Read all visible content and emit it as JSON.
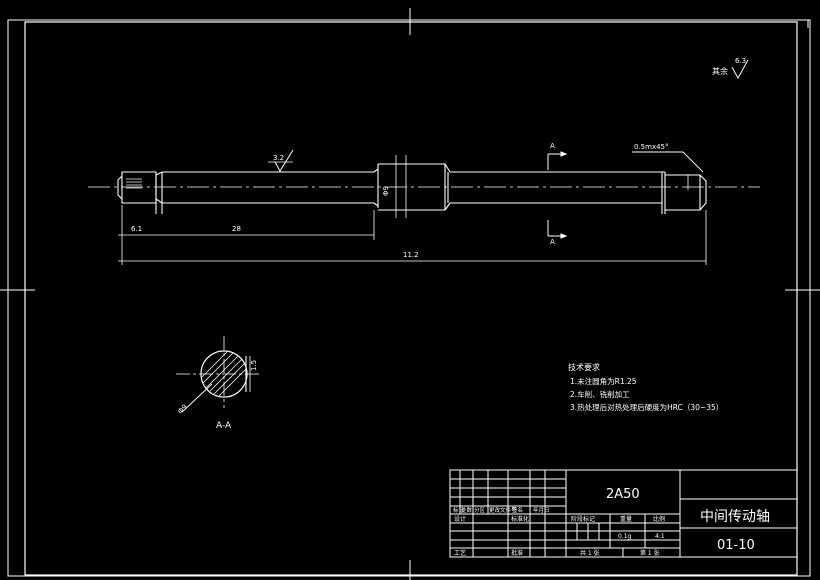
{
  "surface_finish": {
    "other_label": "其余",
    "other_value": "6.3",
    "mid_value": "3.2"
  },
  "chamfer_note": "0.5mx45°",
  "section": {
    "label": "A-A",
    "marker": "A",
    "dia": "Φ9",
    "depth": "1.5"
  },
  "dimensions": {
    "left_end": "6.1",
    "left_shaft": "28",
    "total": "11.2"
  },
  "technical_requirements": {
    "title": "技术要求",
    "items": [
      "1.未注圆角为R1.25",
      "2.车削、铣削加工",
      "3.热处理后对热处理后硬度为HRC（30~35）"
    ]
  },
  "title_block": {
    "material": "2A50",
    "name": "中间传动轴",
    "drawing_no": "01-10",
    "scale_label": "比例",
    "scale_value": "4:1",
    "weight_label": "重量",
    "weight_value": "0.1g",
    "stage_label": "阶段标记",
    "sheet_total": "共 1 张",
    "sheet_no": "第 1 张",
    "designer_label": "设计",
    "stdz_label": "标准化",
    "process_label": "工艺",
    "approve_label": "批准",
    "signature_label": "签名",
    "date_label": "年月日",
    "zone_label": "分区",
    "docno_label": "更改文件号",
    "marker_label": "标记",
    "count_label": "处数"
  }
}
